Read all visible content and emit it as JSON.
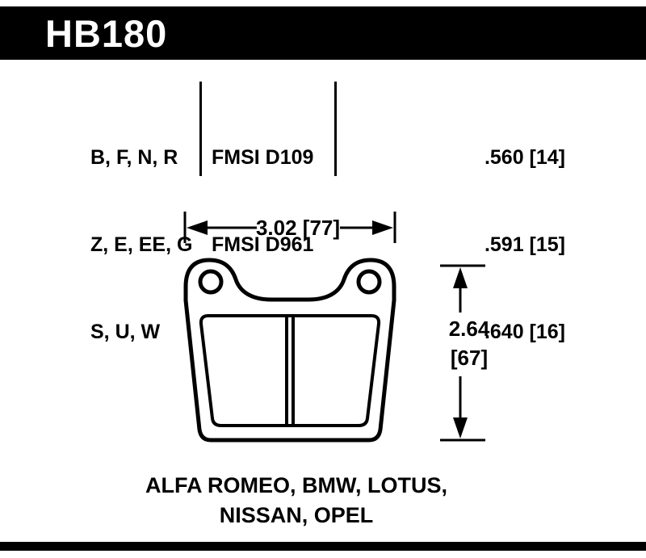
{
  "header": {
    "part_number": "HB180"
  },
  "spec_table": {
    "compounds": [
      "B, F, N, R",
      "Z, E, EE, G",
      "S, U, W"
    ],
    "fmsi": [
      "FMSI D109",
      "FMSI D961"
    ],
    "pad_thickness": [
      ".560 [14]",
      ".591 [15]",
      ".640 [16]"
    ]
  },
  "dimensions": {
    "width": "3.02 [77]",
    "height_inches": "2.64",
    "height_mm": "[67]"
  },
  "applications": [
    "ALFA ROMEO, BMW, LOTUS,",
    "NISSAN, OPEL"
  ],
  "colors": {
    "ink": "#000000",
    "background": "#ffffff"
  }
}
